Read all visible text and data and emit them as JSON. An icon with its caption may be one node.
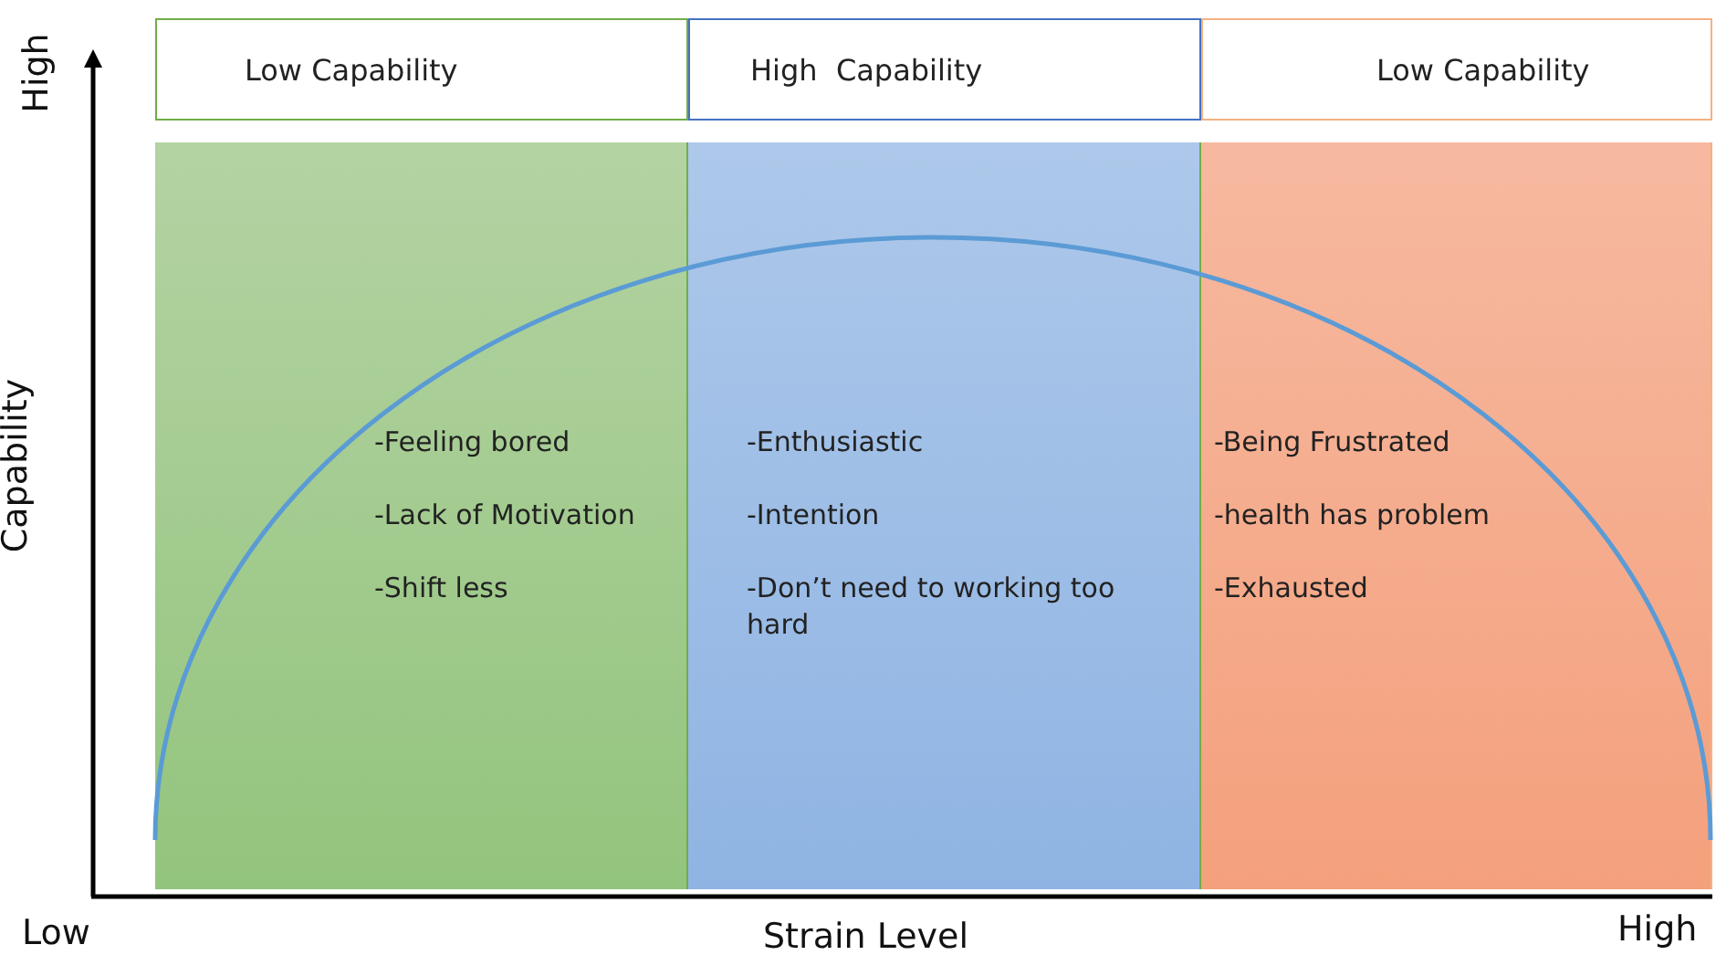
{
  "diagram": {
    "nodes": [
      {
        "text": [
          "Low Capability"
        ]
      },
      {
        "text": [
          "High  Capability"
        ]
      },
      {
        "text": [
          "Low Capability"
        ]
      },
      {
        "text": [
          "-Feeling bored",
          "-Lack of Motivation",
          "-Shift less"
        ]
      },
      {
        "text": [
          "-Enthusiastic",
          "-Intention",
          "-Don’t need to working too hard"
        ]
      },
      {
        "text": [
          "-Being Frustrated",
          "-health has problem",
          "-Exhausted"
        ]
      }
    ],
    "edges": [],
    "labels": [
      "High",
      "Capability",
      "Low",
      "Strain Level",
      "High"
    ]
  }
}
